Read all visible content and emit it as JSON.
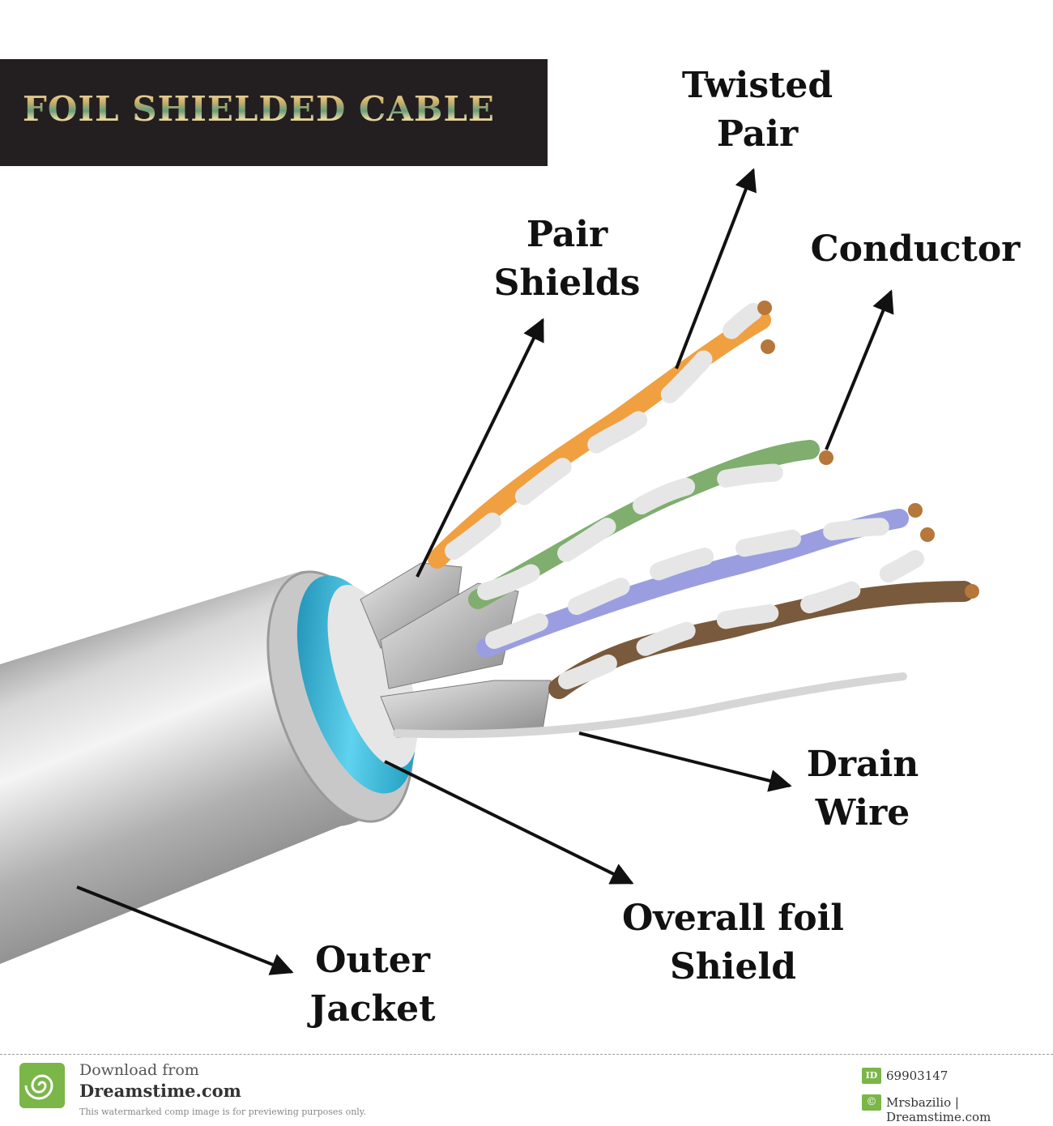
{
  "title": "FOIL SHIELDED CABLE",
  "labels": {
    "twisted_pair": [
      "Twisted",
      "Pair"
    ],
    "pair_shields": [
      "Pair",
      "Shields"
    ],
    "conductor": "Conductor",
    "drain_wire": [
      "Drain",
      "Wire"
    ],
    "overall_foil_shield": [
      "Overall foil",
      "Shield"
    ],
    "outer_jacket": [
      "Outer",
      "Jacket"
    ]
  },
  "footer": {
    "download_text": "Download from",
    "site": "Dreamstime.com",
    "note": "This watermarked comp image is for previewing purposes only.",
    "id_badge": "ID",
    "image_id": "69903147",
    "credit_badge": "©",
    "credit": "Mrsbazilio | Dreamstime.com"
  },
  "wire_colors": {
    "orange": "#f0a040",
    "green": "#7fae6e",
    "blue": "#9a9ee0",
    "brown": "#7a5a3c",
    "white": "#e4e4e4",
    "copper": "#b5773a",
    "foil_blue": "#29b6d8",
    "jacket": "#b4b4b4"
  }
}
